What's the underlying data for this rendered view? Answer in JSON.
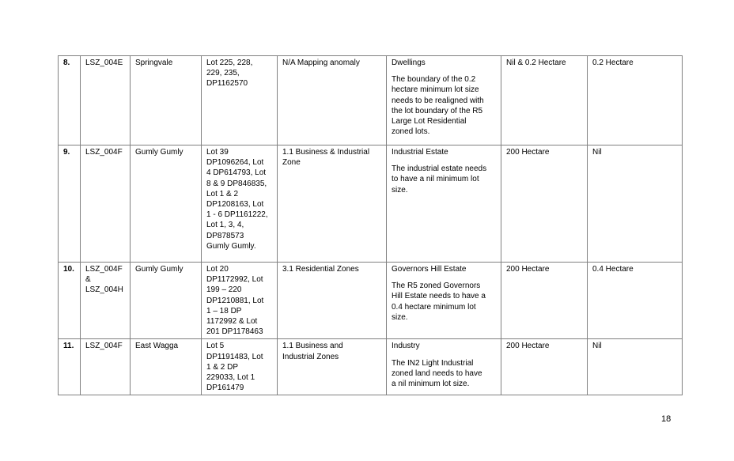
{
  "rows": [
    {
      "num": "8.",
      "code": [
        "LSZ_004E"
      ],
      "locality": "Springvale",
      "lots": [
        "Lot 225, 228,",
        "229, 235,",
        "DP1162570"
      ],
      "reason": [
        "N/A Mapping anomaly"
      ],
      "desc_title": "Dwellings",
      "desc_body": [
        "The boundary of the 0.2",
        "hectare minimum lot size",
        "needs to be realigned with",
        "the lot boundary of the R5",
        "Large Lot Residential",
        "zoned lots."
      ],
      "current": "Nil & 0.2 Hectare",
      "proposed": "0.2 Hectare"
    },
    {
      "num": "9.",
      "code": [
        "LSZ_004F"
      ],
      "locality": "Gumly Gumly",
      "lots": [
        "Lot 39",
        "DP1096264, Lot",
        "4 DP614793, Lot",
        "8 & 9 DP846835,",
        "Lot 1 & 2",
        "DP1208163, Lot",
        "1 - 6 DP1161222,",
        "Lot 1, 3, 4,",
        "DP878573",
        "Gumly Gumly."
      ],
      "reason": [
        "1.1 Business & Industrial",
        "Zone"
      ],
      "desc_title": "Industrial Estate",
      "desc_body": [
        "The industrial estate needs",
        "to have a nil minimum lot",
        "size."
      ],
      "current": "200 Hectare",
      "proposed": "Nil"
    },
    {
      "num": "10.",
      "code": [
        "LSZ_004F",
        "&",
        "LSZ_004H"
      ],
      "locality": "Gumly Gumly",
      "lots": [
        "Lot 20",
        "DP1172992, Lot",
        "199 – 220",
        "DP1210881, Lot",
        "1 – 18 DP",
        "1172992 & Lot",
        "201 DP1178463"
      ],
      "reason": [
        "3.1 Residential Zones"
      ],
      "desc_title": "Governors Hill Estate",
      "desc_body": [
        "The R5 zoned Governors",
        "Hill Estate needs to have a",
        "0.4 hectare minimum lot",
        "size."
      ],
      "current": "200 Hectare",
      "proposed": "0.4 Hectare"
    },
    {
      "num": "11.",
      "code": [
        "LSZ_004F"
      ],
      "locality": "East Wagga",
      "lots": [
        "Lot 5",
        "DP1191483, Lot",
        "1 & 2  DP",
        "229033, Lot 1",
        "DP161479"
      ],
      "reason": [
        "1.1 Business and",
        "Industrial Zones"
      ],
      "desc_title": "Industry",
      "desc_body": [
        "The IN2 Light Industrial",
        "zoned land needs to have",
        "a nil minimum lot size."
      ],
      "current": "200 Hectare",
      "proposed": "Nil"
    }
  ],
  "page_number": "18"
}
